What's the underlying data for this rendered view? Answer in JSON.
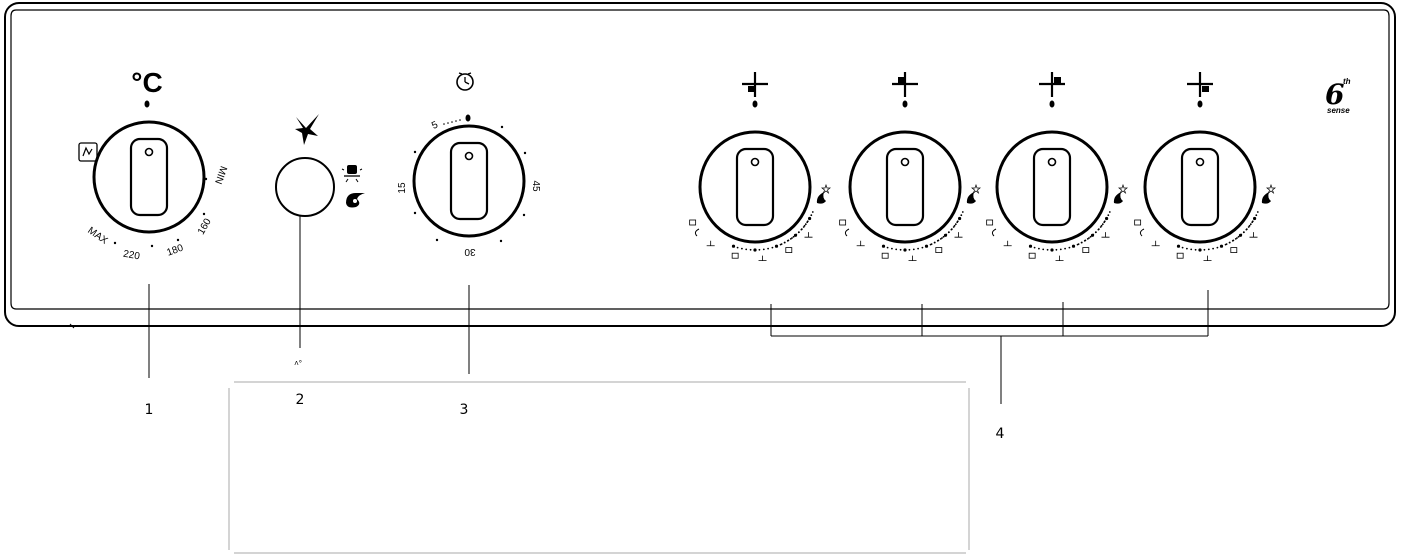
{
  "oven_dial": {
    "unit_symbol": "°C",
    "scale": [
      "MIN",
      "160",
      "180",
      "220",
      "MAX"
    ]
  },
  "function_button": {
    "icons": [
      "star-icon",
      "lamp-icon",
      "fan-icon"
    ]
  },
  "timer_dial": {
    "scale": [
      "5",
      "15",
      "30",
      "45"
    ]
  },
  "hob_dials": [
    {
      "burner": "rear-left-burner-icon"
    },
    {
      "burner": "front-left-burner-icon"
    },
    {
      "burner": "front-right-burner-icon"
    },
    {
      "burner": "rear-right-burner-icon"
    }
  ],
  "brand": {
    "numeral": "6",
    "suffix": "th",
    "word": "sense"
  },
  "callouts": [
    "1",
    "2",
    "3",
    "4"
  ],
  "colors": {
    "ink": "#000000",
    "background": "#ffffff"
  }
}
